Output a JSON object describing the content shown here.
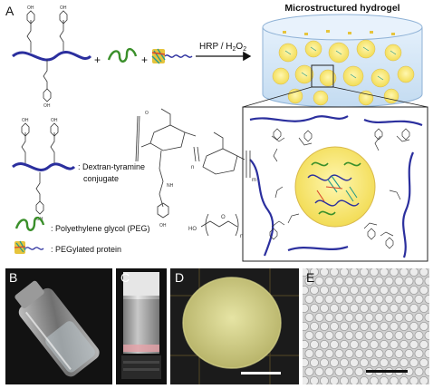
{
  "panels": {
    "a": "A",
    "b": "B",
    "c": "C",
    "d": "D",
    "e": "E"
  },
  "scheme": {
    "reagent": "HRP / H",
    "reagent_sub": "2",
    "reagent_tail": "O",
    "reagent_sub2": "2",
    "product_title": "Microstructured hydrogel",
    "plus": "+"
  },
  "legend": {
    "dextran_line1": ": Dextran-tyramine",
    "dextran_line2": "conjugate",
    "peg": ": Polyethylene glycol (PEG)",
    "protein": ": PEGylated protein",
    "peg_formula_ho": "HO",
    "peg_formula_o": "O",
    "peg_formula_n": "n",
    "sugar_n": "n",
    "sugar_m": "m",
    "oh": "OH",
    "o": "O",
    "nh": "NH"
  },
  "colors": {
    "polymer": "#2b2f9e",
    "peg": "#3a8f2a",
    "droplet": "#f4e46a",
    "droplet_edge": "#d9b94a",
    "gel": "#cfe3f5",
    "gel_edge": "#8fb2d6"
  },
  "icons": {
    "arrow": "reaction-arrow",
    "cylinder": "hydrogel-cylinder"
  },
  "scale_bars": {
    "d": "scale-bar",
    "e": "scale-bar"
  }
}
